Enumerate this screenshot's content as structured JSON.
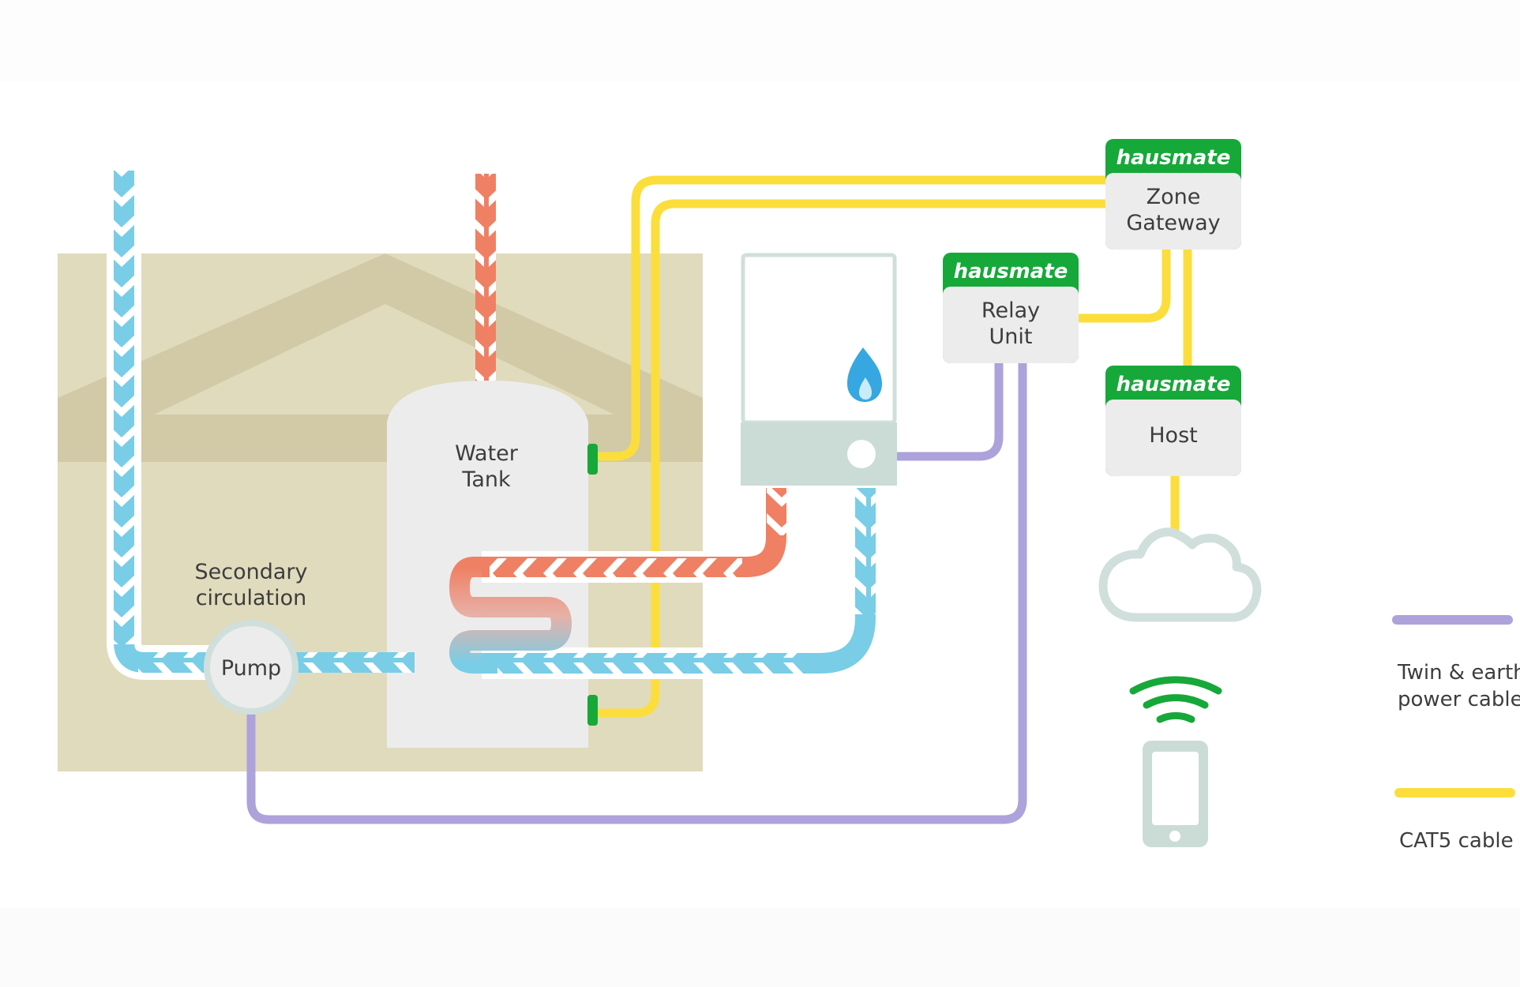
{
  "diagram": {
    "brand": "hausmate",
    "nodes": {
      "zone_gateway": {
        "line1": "Zone",
        "line2": "Gateway"
      },
      "relay_unit": {
        "line1": "Relay",
        "line2": "Unit"
      },
      "host": {
        "label": "Host"
      },
      "water_tank": {
        "line1": "Water",
        "line2": "Tank"
      },
      "pump": {
        "label": "Pump"
      },
      "secondary_circulation": {
        "line1": "Secondary",
        "line2": "circulation"
      }
    },
    "legend": {
      "twin_earth": {
        "line1": "Twin & earth",
        "line2": "power cable",
        "color": "#ada2da"
      },
      "cat5": {
        "label": "CAT5 cable",
        "color": "#fbde3c"
      }
    },
    "colors": {
      "cold_water": "#79cde6",
      "hot_water": "#ef8064",
      "brand_green": "#17a83a",
      "house_fill": "#e0dbbd",
      "roof_fill": "#d2c9a6"
    },
    "icons": {
      "boiler": "gas-boiler-icon",
      "flame": "gas-flame-icon",
      "cloud": "cloud-icon",
      "wifi": "wifi-icon",
      "phone": "smartphone-icon"
    }
  }
}
